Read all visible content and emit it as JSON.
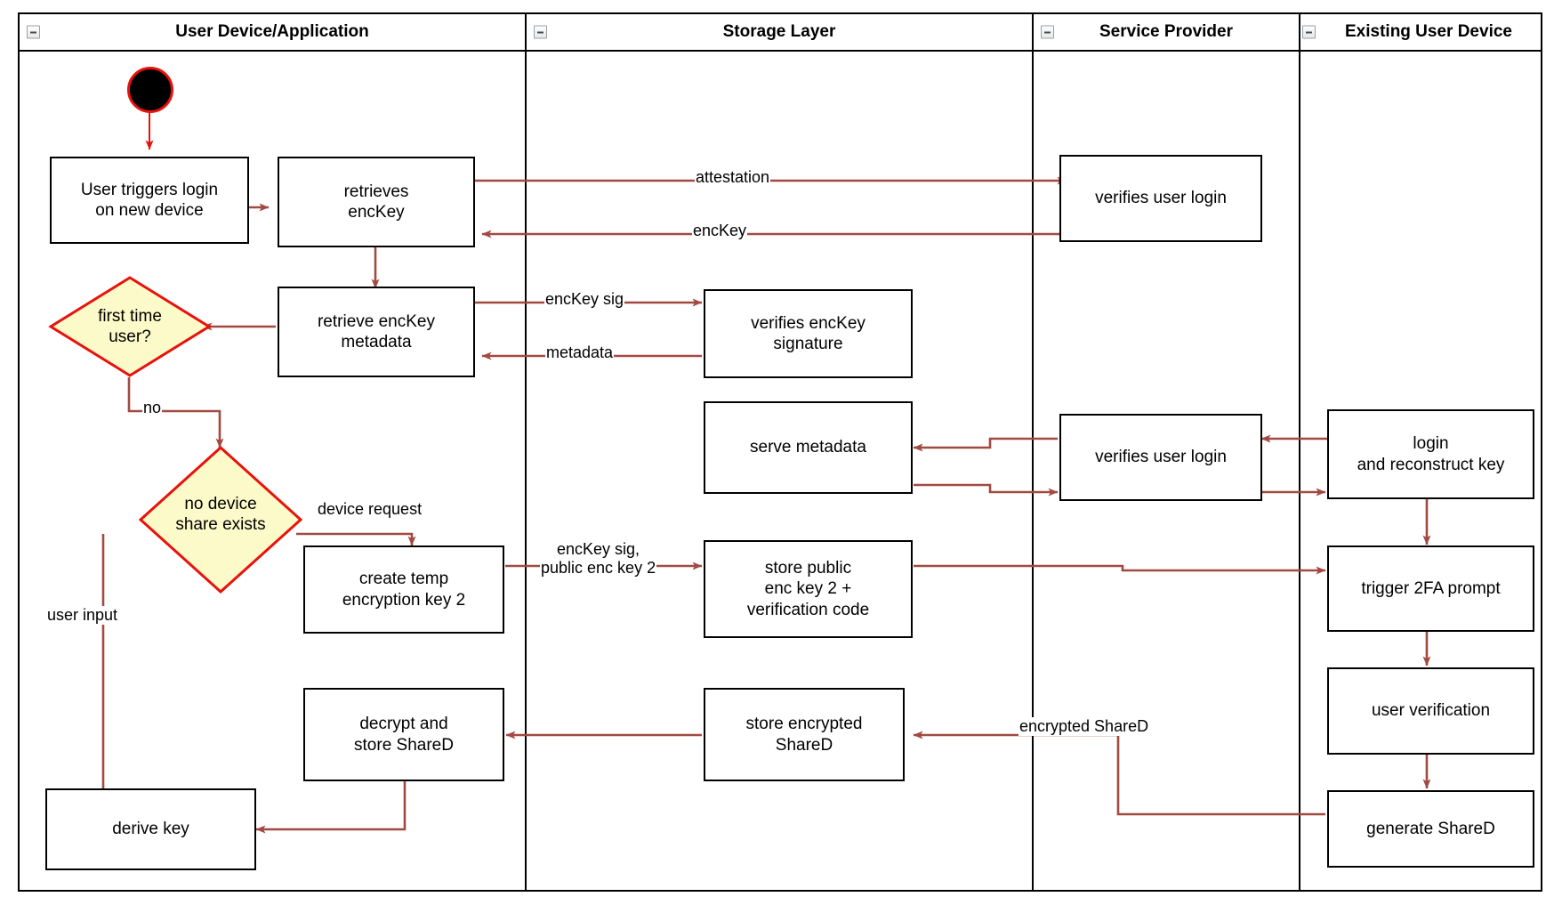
{
  "diagram": {
    "type": "uml-activity-swimlane",
    "colors": {
      "edge": "#a14a42",
      "decision_border": "#e8120c",
      "decision_fill": "#fcfac8",
      "node_border": "#000000",
      "start_fill": "#000000",
      "background": "#ffffff"
    }
  },
  "lanes": [
    {
      "id": "user-device",
      "title": "User Device/Application",
      "collapse_icon": "minus-icon"
    },
    {
      "id": "storage-layer",
      "title": "Storage Layer",
      "collapse_icon": "minus-icon"
    },
    {
      "id": "service-provider",
      "title": "Service Provider",
      "collapse_icon": "minus-icon"
    },
    {
      "id": "existing-device",
      "title": "Existing User Device",
      "collapse_icon": "minus-icon"
    }
  ],
  "nodes": {
    "start": {
      "label": "",
      "shape": "initial-node",
      "lane": "user-device"
    },
    "n_trigger_login": {
      "label": "User triggers login\non new device",
      "shape": "action",
      "lane": "user-device"
    },
    "n_retrieves_enckey": {
      "label": "retrieves\nencKey",
      "shape": "action",
      "lane": "user-device"
    },
    "n_retrieve_meta": {
      "label": "retrieve encKey\nmetadata",
      "shape": "action",
      "lane": "user-device"
    },
    "d_first_time": {
      "label": "first time\nuser?",
      "shape": "decision",
      "lane": "user-device"
    },
    "d_no_share": {
      "label": "no device\nshare exists",
      "shape": "decision",
      "lane": "user-device"
    },
    "n_create_temp": {
      "label": "create temp\nencryption key 2",
      "shape": "action",
      "lane": "user-device"
    },
    "n_decrypt_store": {
      "label": "decrypt and\nstore ShareD",
      "shape": "action",
      "lane": "user-device"
    },
    "n_derive_key": {
      "label": "derive key",
      "shape": "action",
      "lane": "user-device"
    },
    "n_verifies_sig": {
      "label": "verifies encKey\nsignature",
      "shape": "action",
      "lane": "storage-layer"
    },
    "n_serve_metadata": {
      "label": "serve metadata",
      "shape": "action",
      "lane": "storage-layer"
    },
    "n_store_public": {
      "label": "store public\nenc key 2 +\nverification code",
      "shape": "action",
      "lane": "storage-layer"
    },
    "n_store_encrypted": {
      "label": "store encrypted\nShareD",
      "shape": "action",
      "lane": "storage-layer"
    },
    "n_verifies_login_1": {
      "label": "verifies user login",
      "shape": "action",
      "lane": "service-provider"
    },
    "n_verifies_login_2": {
      "label": "verifies user login",
      "shape": "action",
      "lane": "service-provider"
    },
    "n_login_reconstruct": {
      "label": "login\nand reconstruct key",
      "shape": "action",
      "lane": "existing-device"
    },
    "n_trigger_2fa": {
      "label": "trigger 2FA prompt",
      "shape": "action",
      "lane": "existing-device"
    },
    "n_user_verification": {
      "label": "user verification",
      "shape": "action",
      "lane": "existing-device"
    },
    "n_generate_shared": {
      "label": "generate ShareD",
      "shape": "action",
      "lane": "existing-device"
    }
  },
  "edge_labels": {
    "attestation": "attestation",
    "enckey": "encKey",
    "enckey_sig": "encKey sig",
    "metadata": "metadata",
    "no": "no",
    "device_request": "device request",
    "user_input": "user input",
    "enckey_sig_pub": "encKey sig,\npublic enc key 2",
    "encrypted_shared": "encrypted ShareD"
  }
}
